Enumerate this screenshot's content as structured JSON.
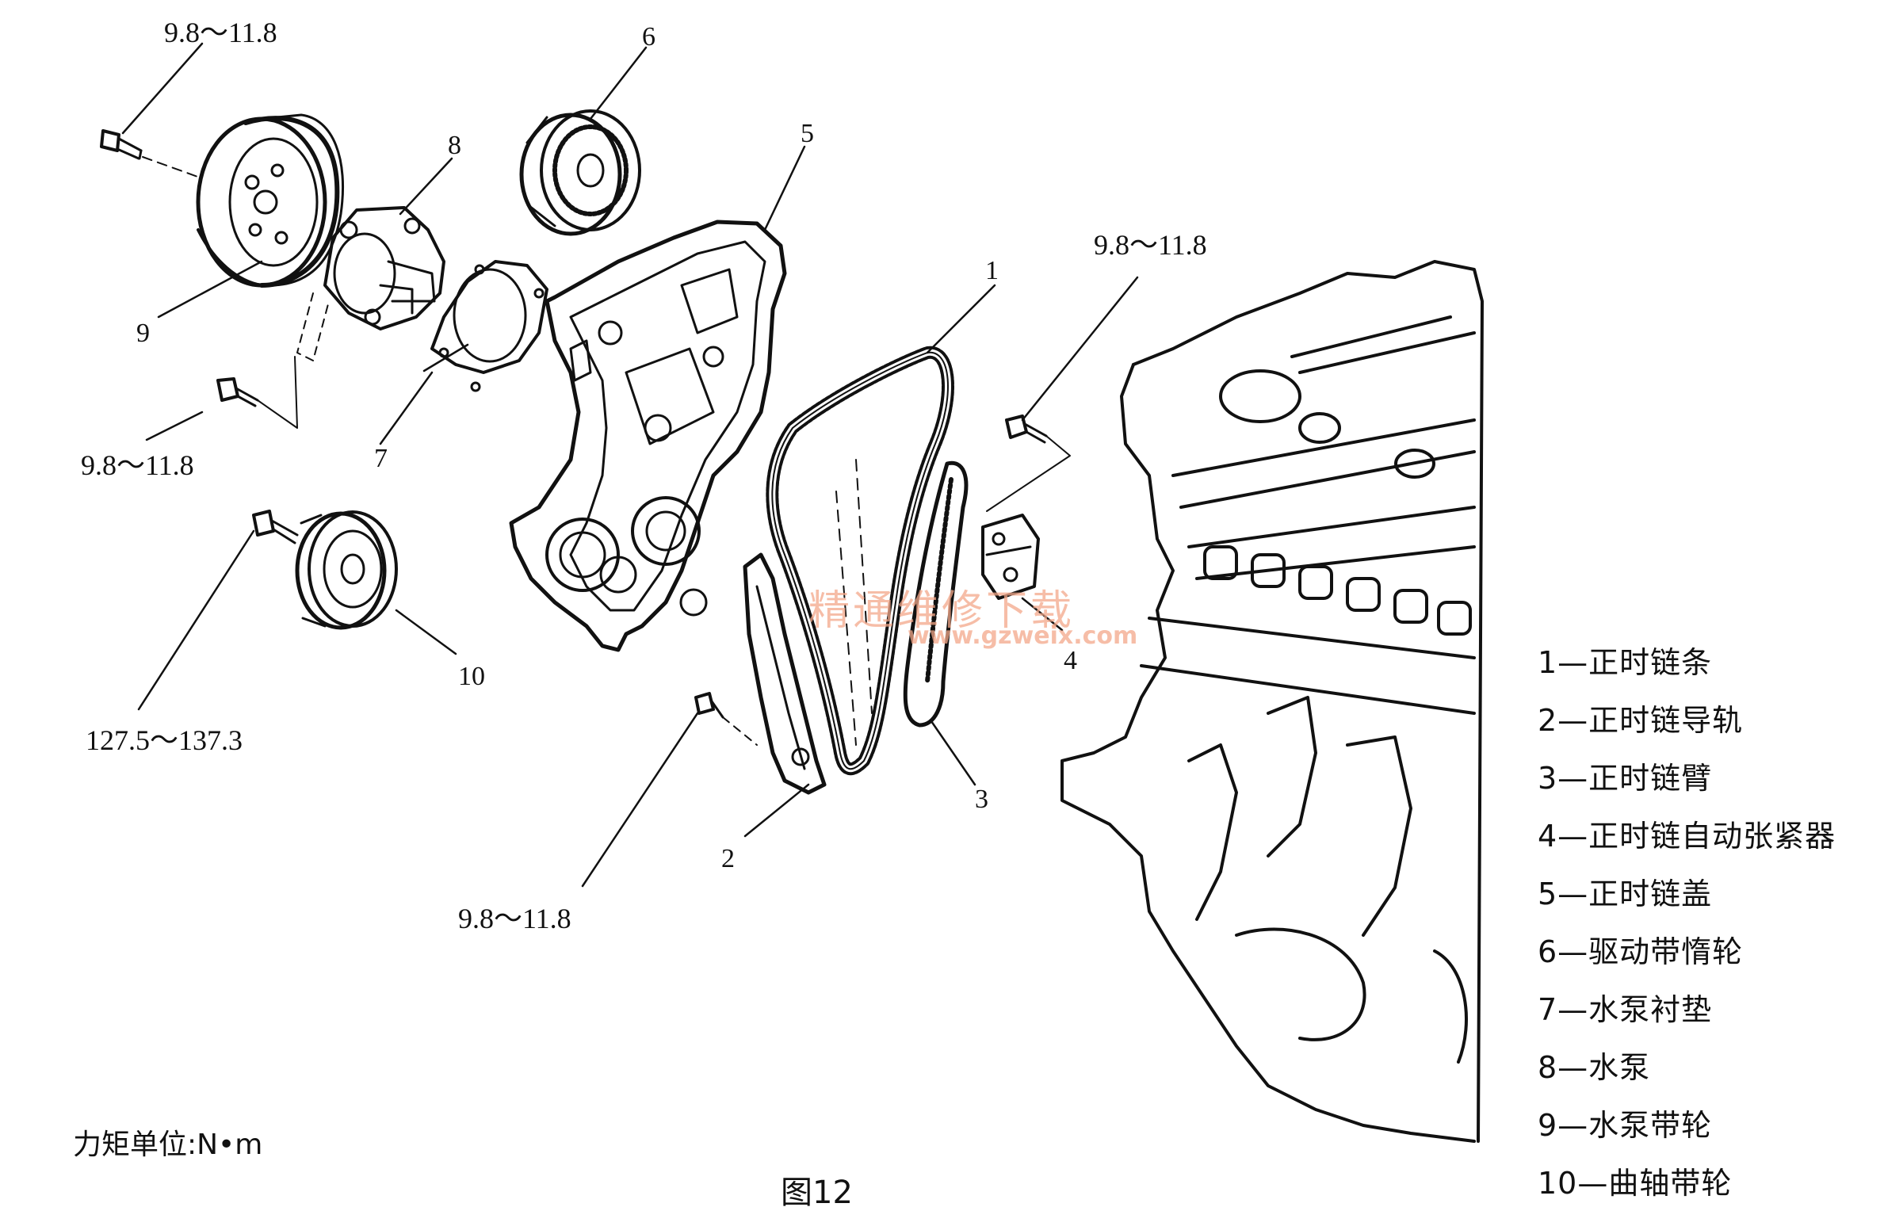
{
  "torque_labels": [
    "9.8～11.8",
    "9.8～11.8",
    "9.8～11.8",
    "127.5～137.3",
    "9.8～11.8"
  ],
  "callouts": [
    "1",
    "2",
    "3",
    "4",
    "5",
    "6",
    "7",
    "8",
    "9",
    "10"
  ],
  "legend": [
    "1—正时链条",
    "2—正时链导轨",
    "3—正时链臂",
    "4—正时链自动张紧器",
    "5—正时链盖",
    "6—驱动带惰轮",
    "7—水泵衬垫",
    "8—水泵",
    "9—水泵带轮",
    "10—曲轴带轮"
  ],
  "unit_note": "力矩单位:N•m",
  "caption": "图12",
  "watermark": {
    "title": "精通维修下载",
    "url": "www.gzweix.com"
  }
}
